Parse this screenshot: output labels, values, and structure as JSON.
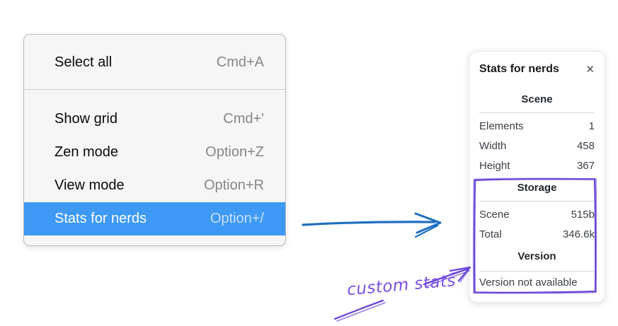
{
  "context_menu": {
    "groups": [
      {
        "items": [
          {
            "label": "Select all",
            "shortcut": "Cmd+A",
            "selected": false
          }
        ]
      },
      {
        "items": [
          {
            "label": "Show grid",
            "shortcut": "Cmd+'",
            "selected": false
          },
          {
            "label": "Zen mode",
            "shortcut": "Option+Z",
            "selected": false
          },
          {
            "label": "View mode",
            "shortcut": "Option+R",
            "selected": false
          },
          {
            "label": "Stats for nerds",
            "shortcut": "Option+/",
            "selected": true
          }
        ]
      }
    ]
  },
  "stats_panel": {
    "title": "Stats for nerds",
    "close_icon": "✕",
    "sections": [
      {
        "heading": "Scene",
        "rows": [
          [
            "Elements",
            "1"
          ],
          [
            "Width",
            "458"
          ],
          [
            "Height",
            "367"
          ]
        ]
      },
      {
        "heading": "Storage",
        "rows": [
          [
            "Scene",
            "515b"
          ],
          [
            "Total",
            "346.6k"
          ]
        ]
      },
      {
        "heading": "Version",
        "note": "Version not available"
      }
    ]
  },
  "annotations": {
    "custom_stats_label": "custom stats",
    "highlighted_sections": [
      "Storage",
      "Version"
    ]
  },
  "colors": {
    "menu_highlight": "#3d99f4",
    "arrow_blue": "#1e6fc0",
    "annotation_purple": "#6b46d6",
    "annotation_label_purple": "#7a50e6"
  }
}
